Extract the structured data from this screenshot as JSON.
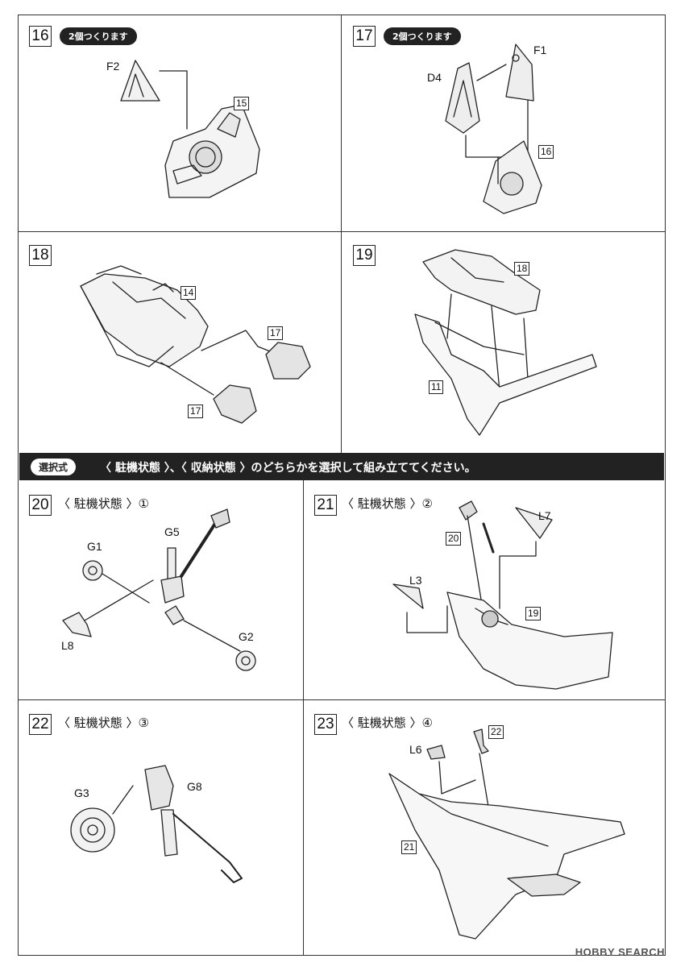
{
  "steps": {
    "s16": {
      "number": "16",
      "note": "2個つくります",
      "parts": {
        "a": "F2",
        "b": "15"
      }
    },
    "s17": {
      "number": "17",
      "note": "2個つくります",
      "parts": {
        "a": "D4",
        "b": "F1",
        "c": "16"
      }
    },
    "s18": {
      "number": "18",
      "parts": {
        "a": "14",
        "b": "17",
        "c": "17"
      }
    },
    "s19": {
      "number": "19",
      "parts": {
        "a": "18",
        "b": "11"
      }
    },
    "s20": {
      "number": "20",
      "title": "〈 駐機状態 〉①",
      "parts": {
        "a": "G5",
        "b": "G1",
        "c": "L8",
        "d": "G2"
      }
    },
    "s21": {
      "number": "21",
      "title": "〈 駐機状態 〉②",
      "parts": {
        "a": "20",
        "b": "L7",
        "c": "L3",
        "d": "19"
      }
    },
    "s22": {
      "number": "22",
      "title": "〈 駐機状態 〉③",
      "parts": {
        "a": "G3",
        "b": "G8"
      }
    },
    "s23": {
      "number": "23",
      "title": "〈 駐機状態 〉④",
      "parts": {
        "a": "22",
        "b": "L6",
        "c": "21"
      }
    }
  },
  "banner": {
    "badge": "選択式",
    "text": "〈 駐機状態 〉、〈 収納状態 〉のどちらかを選択して組み立ててください。"
  },
  "footer": {
    "watermark": "HOBBY SEARCH"
  }
}
